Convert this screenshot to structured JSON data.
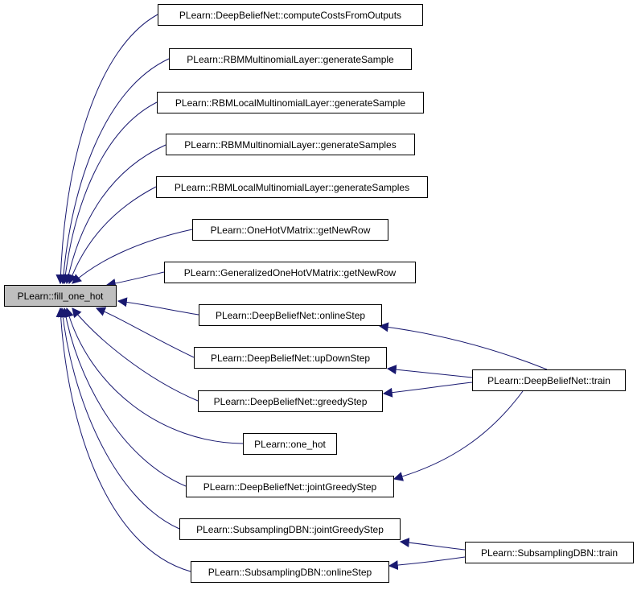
{
  "graph": {
    "focus": "PLearn::fill_one_hot",
    "callers": [
      "PLearn::DeepBeliefNet::computeCostsFromOutputs",
      "PLearn::RBMMultinomialLayer::generateSample",
      "PLearn::RBMLocalMultinomialLayer::generateSample",
      "PLearn::RBMMultinomialLayer::generateSamples",
      "PLearn::RBMLocalMultinomialLayer::generateSamples",
      "PLearn::OneHotVMatrix::getNewRow",
      "PLearn::GeneralizedOneHotVMatrix::getNewRow",
      "PLearn::DeepBeliefNet::onlineStep",
      "PLearn::DeepBeliefNet::upDownStep",
      "PLearn::DeepBeliefNet::greedyStep",
      "PLearn::one_hot",
      "PLearn::DeepBeliefNet::jointGreedyStep",
      "PLearn::SubsamplingDBN::jointGreedyStep",
      "PLearn::SubsamplingDBN::onlineStep"
    ],
    "second_level": [
      "PLearn::DeepBeliefNet::train",
      "PLearn::SubsamplingDBN::train"
    ],
    "edge_color": "#191970"
  }
}
